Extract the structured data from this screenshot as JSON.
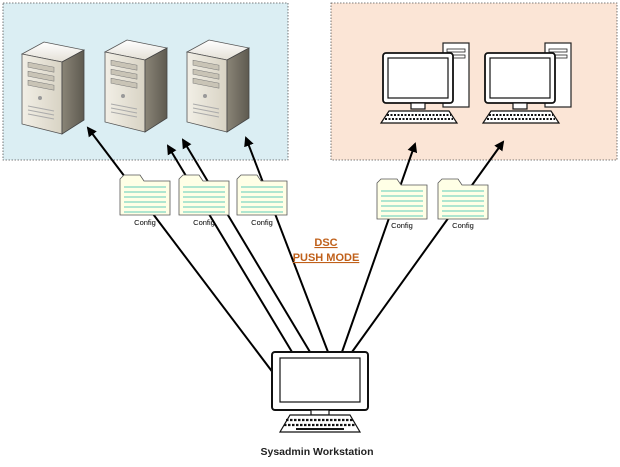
{
  "diagram": {
    "title_line1": "DSC",
    "title_line2": "PUSH MODE",
    "workstation_label": "Sysadmin Workstation",
    "config_label": "Config",
    "server_group": {
      "fill": "#dbeef3",
      "servers": [
        "server",
        "server",
        "server"
      ]
    },
    "client_group": {
      "fill": "#fbe5d6",
      "clients": [
        "desktop",
        "desktop"
      ]
    }
  },
  "colors": {
    "title": "#c0601a",
    "server_panel": "#dbeef3",
    "client_panel": "#fbe5d6",
    "folder_fill": "#ffffe6",
    "folder_lines": "#7fd6c4"
  },
  "icons": [
    "server-icon",
    "desktop-computer-icon",
    "config-folder-icon",
    "workstation-icon",
    "arrow-icon"
  ]
}
